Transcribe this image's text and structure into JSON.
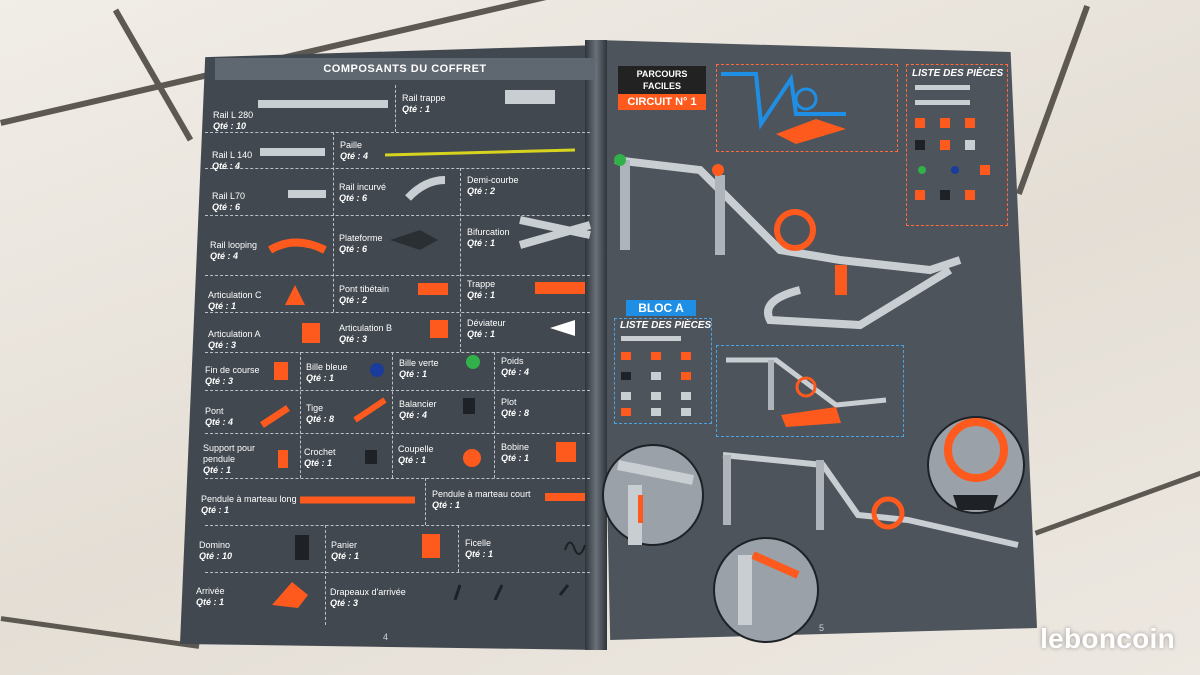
{
  "left_page": {
    "title": "COMPOSANTS DU COFFRET",
    "page_number": "4",
    "components": [
      {
        "name": "Rail L 280",
        "qty": "Qté : 10"
      },
      {
        "name": "Rail trappe",
        "qty": "Qté : 1"
      },
      {
        "name": "Rail L 140",
        "qty": "Qté : 4"
      },
      {
        "name": "Paille",
        "qty": "Qté : 4"
      },
      {
        "name": "Rail L70",
        "qty": "Qté : 6"
      },
      {
        "name": "Rail incurvé",
        "qty": "Qté : 6"
      },
      {
        "name": "Demi-courbe",
        "qty": "Qté : 2"
      },
      {
        "name": "Rail looping",
        "qty": "Qté : 4"
      },
      {
        "name": "Plateforme",
        "qty": "Qté : 6"
      },
      {
        "name": "Bifurcation",
        "qty": "Qté : 1"
      },
      {
        "name": "Articulation C",
        "qty": "Qté : 1"
      },
      {
        "name": "Pont tibétain",
        "qty": "Qté : 2"
      },
      {
        "name": "Trappe",
        "qty": "Qté : 1"
      },
      {
        "name": "Articulation A",
        "qty": "Qté : 3"
      },
      {
        "name": "Articulation B",
        "qty": "Qté : 3"
      },
      {
        "name": "Déviateur",
        "qty": "Qté : 1"
      },
      {
        "name": "Fin de course",
        "qty": "Qté : 3"
      },
      {
        "name": "Bille bleue",
        "qty": "Qté : 1"
      },
      {
        "name": "Bille verte",
        "qty": "Qté : 1"
      },
      {
        "name": "Poids",
        "qty": "Qté : 4"
      },
      {
        "name": "Pont",
        "qty": "Qté : 4"
      },
      {
        "name": "Tige",
        "qty": "Qté : 8"
      },
      {
        "name": "Balancier",
        "qty": "Qté : 4"
      },
      {
        "name": "Plot",
        "qty": "Qté : 8"
      },
      {
        "name": "Support pour pendule",
        "qty": "Qté : 1"
      },
      {
        "name": "Crochet",
        "qty": "Qté : 1"
      },
      {
        "name": "Coupelle",
        "qty": "Qté : 1"
      },
      {
        "name": "Bobine",
        "qty": "Qté : 1"
      },
      {
        "name": "Pendule à marteau long",
        "qty": "Qté : 1"
      },
      {
        "name": "Pendule à marteau court",
        "qty": "Qté : 1"
      },
      {
        "name": "Domino",
        "qty": "Qté : 10"
      },
      {
        "name": "Panier",
        "qty": "Qté : 1"
      },
      {
        "name": "Ficelle",
        "qty": "Qté : 1"
      },
      {
        "name": "Arrivée",
        "qty": "Qté : 1"
      },
      {
        "name": "Drapeaux d'arrivée",
        "qty": "Qté : 3"
      }
    ]
  },
  "right_page": {
    "brand_line1": "PARCOURS",
    "brand_line2": "FACILES",
    "circuit": "CIRCUIT N° 1",
    "parts_list_title": "LISTE DES PIÈCES",
    "block": "BLOC A",
    "block_parts_title": "LISTE DES PIÈCES",
    "page_number": "5"
  },
  "watermark": "leboncoin",
  "colors": {
    "accent": "#ff5a1e",
    "blue": "#1f8fe6",
    "page": "#41484f",
    "track": "#c9ced3"
  }
}
